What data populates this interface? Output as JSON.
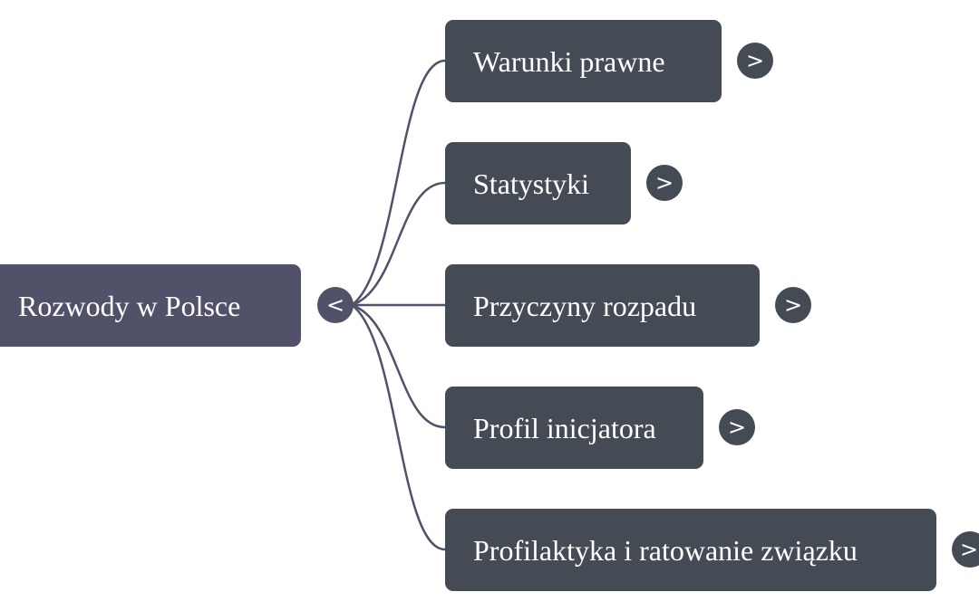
{
  "root": {
    "label": "Rozwody w Polsce",
    "toggle_glyph": "<",
    "color": "#51526a"
  },
  "children": [
    {
      "label": "Warunki prawne",
      "toggle_glyph": ">"
    },
    {
      "label": "Statystyki",
      "toggle_glyph": ">"
    },
    {
      "label": "Przyczyny rozpadu",
      "toggle_glyph": ">"
    },
    {
      "label": "Profil inicjatora",
      "toggle_glyph": ">"
    },
    {
      "label": "Profilaktyka i ratowanie związku",
      "toggle_glyph": ">"
    }
  ],
  "colors": {
    "child_node": "#454b55",
    "connector": "#51526a",
    "background": "#ffffff"
  }
}
